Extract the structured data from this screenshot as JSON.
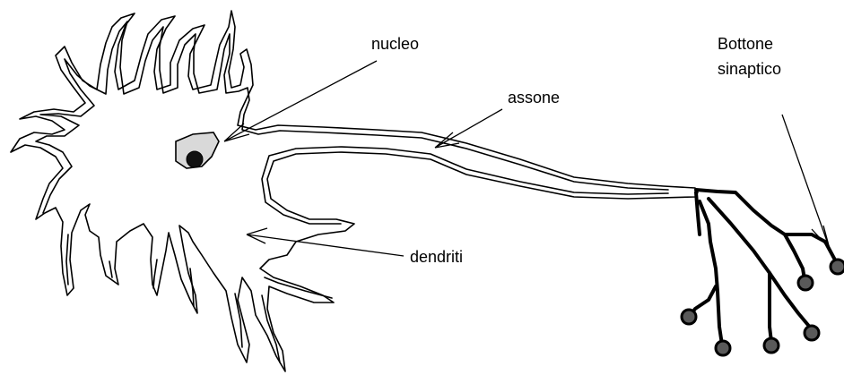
{
  "labels": {
    "nucleo": "nucleo",
    "assone": "assone",
    "dendriti": "dendriti",
    "bottone_line1": "Bottone",
    "bottone_line2": "sinaptico"
  },
  "colors": {
    "outline": "#000000",
    "nucleus_fill": "#d9d9d9",
    "nucleolus_fill": "#111111",
    "terminal_fill": "#5a5a5a"
  }
}
